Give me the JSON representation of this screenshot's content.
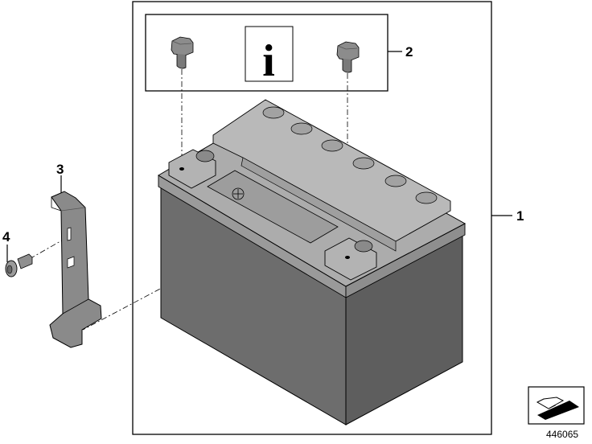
{
  "diagram": {
    "callouts": {
      "c1": "1",
      "c2": "2",
      "c3": "3",
      "c4": "4"
    },
    "info_symbol": "i",
    "figure_id": "446065",
    "colors": {
      "battery_case": "#6a6a6a",
      "battery_lid": "#a6a6a6",
      "bracket": "#8a8a8a",
      "outline": "#000000"
    },
    "icons": [
      "info-icon",
      "bolt-icon",
      "screw-icon",
      "bracket-icon",
      "battery-icon",
      "navigation-arrow-icon"
    ]
  }
}
